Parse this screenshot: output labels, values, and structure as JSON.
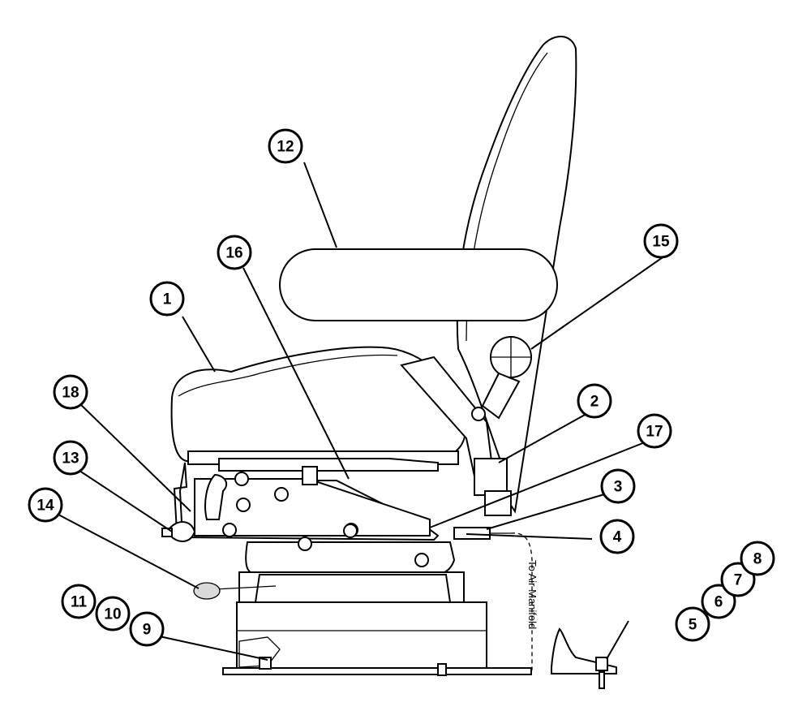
{
  "callouts": {
    "c1": "1",
    "c2": "2",
    "c3": "3",
    "c4": "4",
    "c5": "5",
    "c6": "6",
    "c7": "7",
    "c8": "8",
    "c9": "9",
    "c10": "10",
    "c11": "11",
    "c12": "12",
    "c13": "13",
    "c14": "14",
    "c15": "15",
    "c16": "16",
    "c17": "17",
    "c18": "18"
  },
  "annotation": "To Air Manifold"
}
